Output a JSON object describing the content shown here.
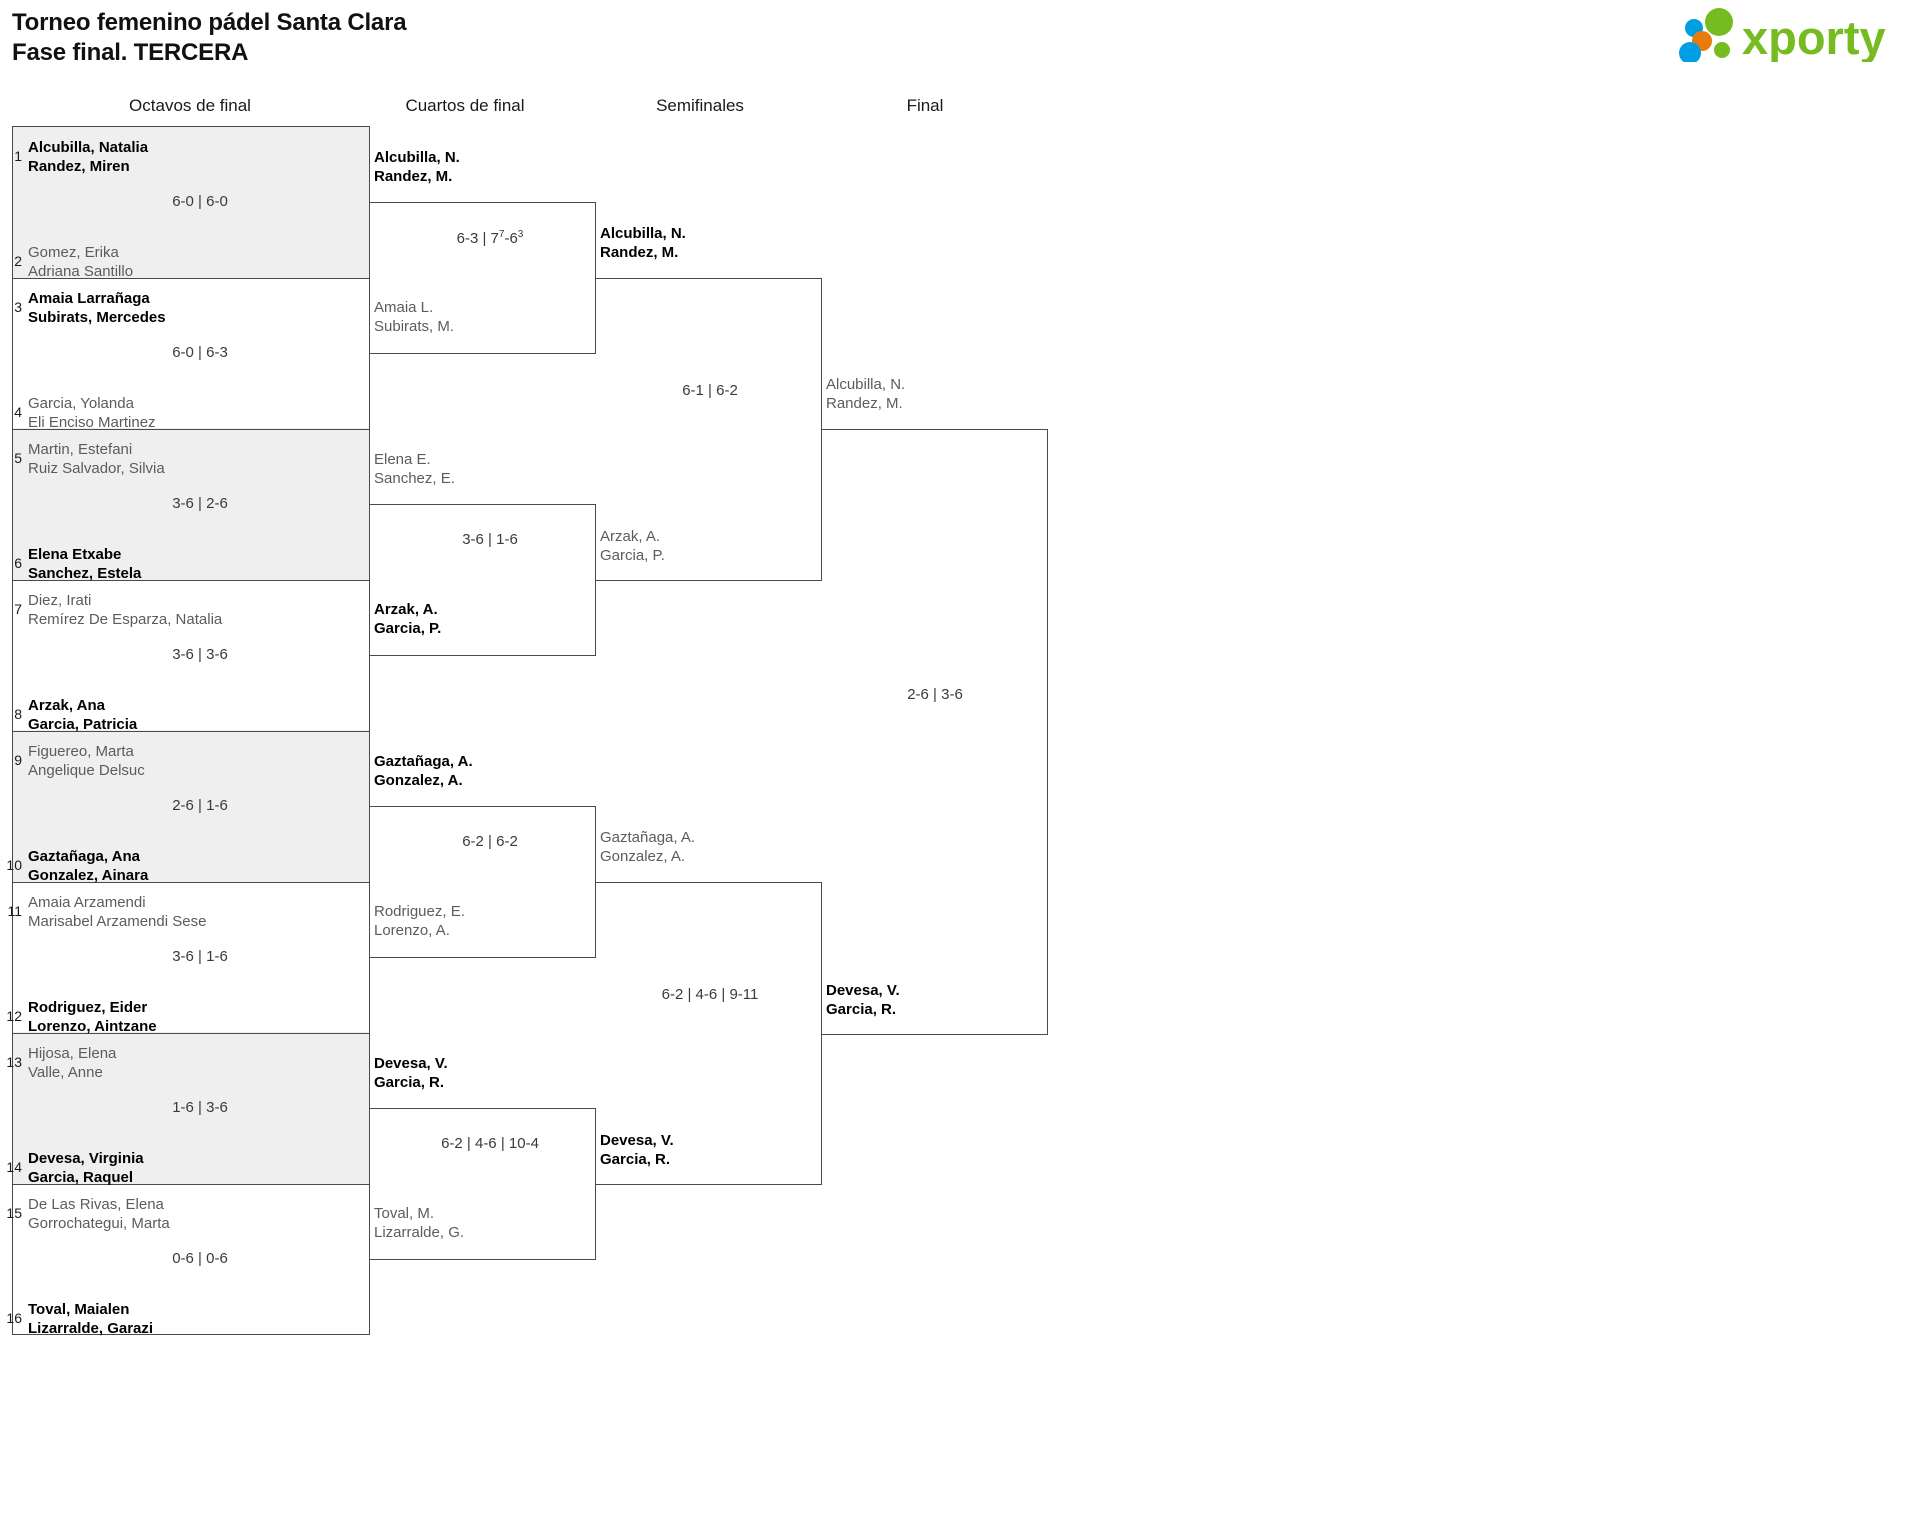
{
  "header": {
    "title_line1": "Torneo femenino pádel Santa Clara",
    "title_line2": "Fase final. TERCERA",
    "logo_text": "xporty",
    "logo_colors": {
      "green": "#76bc21",
      "blue": "#009fe3",
      "orange": "#e87b0c"
    }
  },
  "rounds": [
    {
      "id": "r16",
      "label": "Octavos de final"
    },
    {
      "id": "qf",
      "label": "Cuartos de final"
    },
    {
      "id": "sf",
      "label": "Semifinales"
    },
    {
      "id": "final",
      "label": "Final"
    }
  ],
  "colors": {
    "shade": "#efefef",
    "line": "#4a4a4a",
    "winner_text": "#000000",
    "loser_text": "#5c5c5c",
    "score_text": "#3a3a3a"
  },
  "round16": {
    "entries": [
      {
        "seed": "1",
        "p1": "Alcubilla, Natalia",
        "p2": "Randez, Miren",
        "winner": true
      },
      {
        "seed": "2",
        "p1": "Gomez, Erika",
        "p2": "Adriana Santillo",
        "winner": false
      },
      {
        "seed": "3",
        "p1": "Amaia Larrañaga",
        "p2": "Subirats, Mercedes",
        "winner": true
      },
      {
        "seed": "4",
        "p1": "Garcia, Yolanda",
        "p2": "Eli Enciso Martinez",
        "winner": false
      },
      {
        "seed": "5",
        "p1": "Martin, Estefani",
        "p2": "Ruiz Salvador, Silvia",
        "winner": false
      },
      {
        "seed": "6",
        "p1": "Elena Etxabe",
        "p2": "Sanchez, Estela",
        "winner": true
      },
      {
        "seed": "7",
        "p1": "Diez, Irati",
        "p2": "Remírez De Esparza, Natalia",
        "winner": false
      },
      {
        "seed": "8",
        "p1": "Arzak, Ana",
        "p2": "Garcia, Patricia",
        "winner": true
      },
      {
        "seed": "9",
        "p1": "Figuereo, Marta",
        "p2": "Angelique Delsuc",
        "winner": false
      },
      {
        "seed": "10",
        "p1": "Gaztañaga, Ana",
        "p2": "Gonzalez, Ainara",
        "winner": true
      },
      {
        "seed": "11",
        "p1": "Amaia Arzamendi",
        "p2": "Marisabel Arzamendi Sese",
        "winner": false
      },
      {
        "seed": "12",
        "p1": "Rodriguez, Eider",
        "p2": "Lorenzo, Aintzane",
        "winner": true
      },
      {
        "seed": "13",
        "p1": "Hijosa, Elena",
        "p2": "Valle, Anne",
        "winner": false
      },
      {
        "seed": "14",
        "p1": "Devesa, Virginia",
        "p2": "Garcia, Raquel",
        "winner": true
      },
      {
        "seed": "15",
        "p1": "De Las Rivas, Elena",
        "p2": "Gorrochategui, Marta",
        "winner": false
      },
      {
        "seed": "16",
        "p1": "Toval, Maialen",
        "p2": "Lizarralde, Garazi",
        "winner": true
      }
    ],
    "scores": [
      {
        "text": "6-0 | 6-0"
      },
      {
        "text": "6-0 | 6-3"
      },
      {
        "text": "3-6 | 2-6"
      },
      {
        "text": "3-6 | 3-6"
      },
      {
        "text": "2-6 | 1-6"
      },
      {
        "text": "3-6 | 1-6"
      },
      {
        "text": "1-6 | 3-6"
      },
      {
        "text": "0-6 | 0-6"
      }
    ]
  },
  "quarterfinals": {
    "entries": [
      {
        "p1": "Alcubilla, N.",
        "p2": "Randez, M.",
        "winner": true
      },
      {
        "p1": "Amaia L.",
        "p2": "Subirats, M.",
        "winner": false
      },
      {
        "p1": "Elena E.",
        "p2": "Sanchez, E.",
        "winner": false
      },
      {
        "p1": "Arzak, A.",
        "p2": "Garcia, P.",
        "winner": true
      },
      {
        "p1": "Gaztañaga, A.",
        "p2": "Gonzalez, A.",
        "winner": true
      },
      {
        "p1": "Rodriguez, E.",
        "p2": "Lorenzo, A.",
        "winner": false
      },
      {
        "p1": "Devesa, V.",
        "p2": "Garcia, R.",
        "winner": true
      },
      {
        "p1": "Toval, M.",
        "p2": "Lizarralde, G.",
        "winner": false
      }
    ],
    "scores": [
      {
        "pre": "6-3 | 7",
        "sup1": "7",
        "mid": "-6",
        "sup2": "3",
        "post": ""
      },
      {
        "text": "3-6 | 1-6"
      },
      {
        "text": "6-2 | 6-2"
      },
      {
        "text": "6-2 | 4-6 | 10-4"
      }
    ]
  },
  "semifinals": {
    "entries": [
      {
        "p1": "Alcubilla, N.",
        "p2": "Randez, M.",
        "winner": true
      },
      {
        "p1": "Arzak, A.",
        "p2": "Garcia, P.",
        "winner": false
      },
      {
        "p1": "Gaztañaga, A.",
        "p2": "Gonzalez, A.",
        "winner": false
      },
      {
        "p1": "Devesa, V.",
        "p2": "Garcia, R.",
        "winner": true
      }
    ],
    "scores": [
      {
        "text": "6-1 | 6-2"
      },
      {
        "text": "6-2 | 4-6 | 9-11"
      }
    ]
  },
  "final": {
    "entries": [
      {
        "p1": "Alcubilla, N.",
        "p2": "Randez, M.",
        "winner": false
      },
      {
        "p1": "Devesa, V.",
        "p2": "Garcia, R.",
        "winner": true
      }
    ],
    "scores": [
      {
        "text": "2-6 | 3-6"
      }
    ]
  }
}
